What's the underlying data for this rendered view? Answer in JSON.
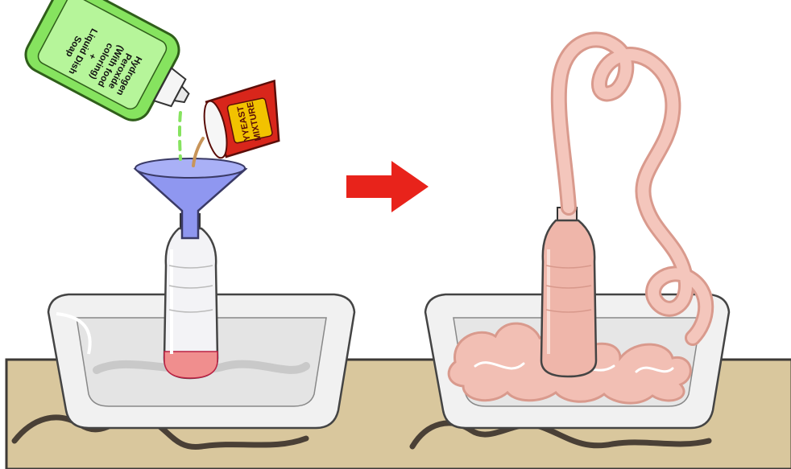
{
  "labels": {
    "bottle_label_lines": [
      "Hydrogen",
      "Peroxide",
      "(With food",
      "coloring)",
      "+",
      "Liquid Dish",
      "Soap"
    ],
    "cup_label_lines": [
      "YYEAST",
      "MIXTURE"
    ]
  },
  "colors": {
    "green_bottle": "#86e35f",
    "green_label": "#b6f59a",
    "cup_red": "#d8261b",
    "cup_label": "#f2c200",
    "funnel": "#8f97f0",
    "arrow": "#e8231b",
    "table": "#d9c79d",
    "foam": "#f2bfb4",
    "liquid_pink": "#f08e8e",
    "tray": "#f2f2f2"
  }
}
